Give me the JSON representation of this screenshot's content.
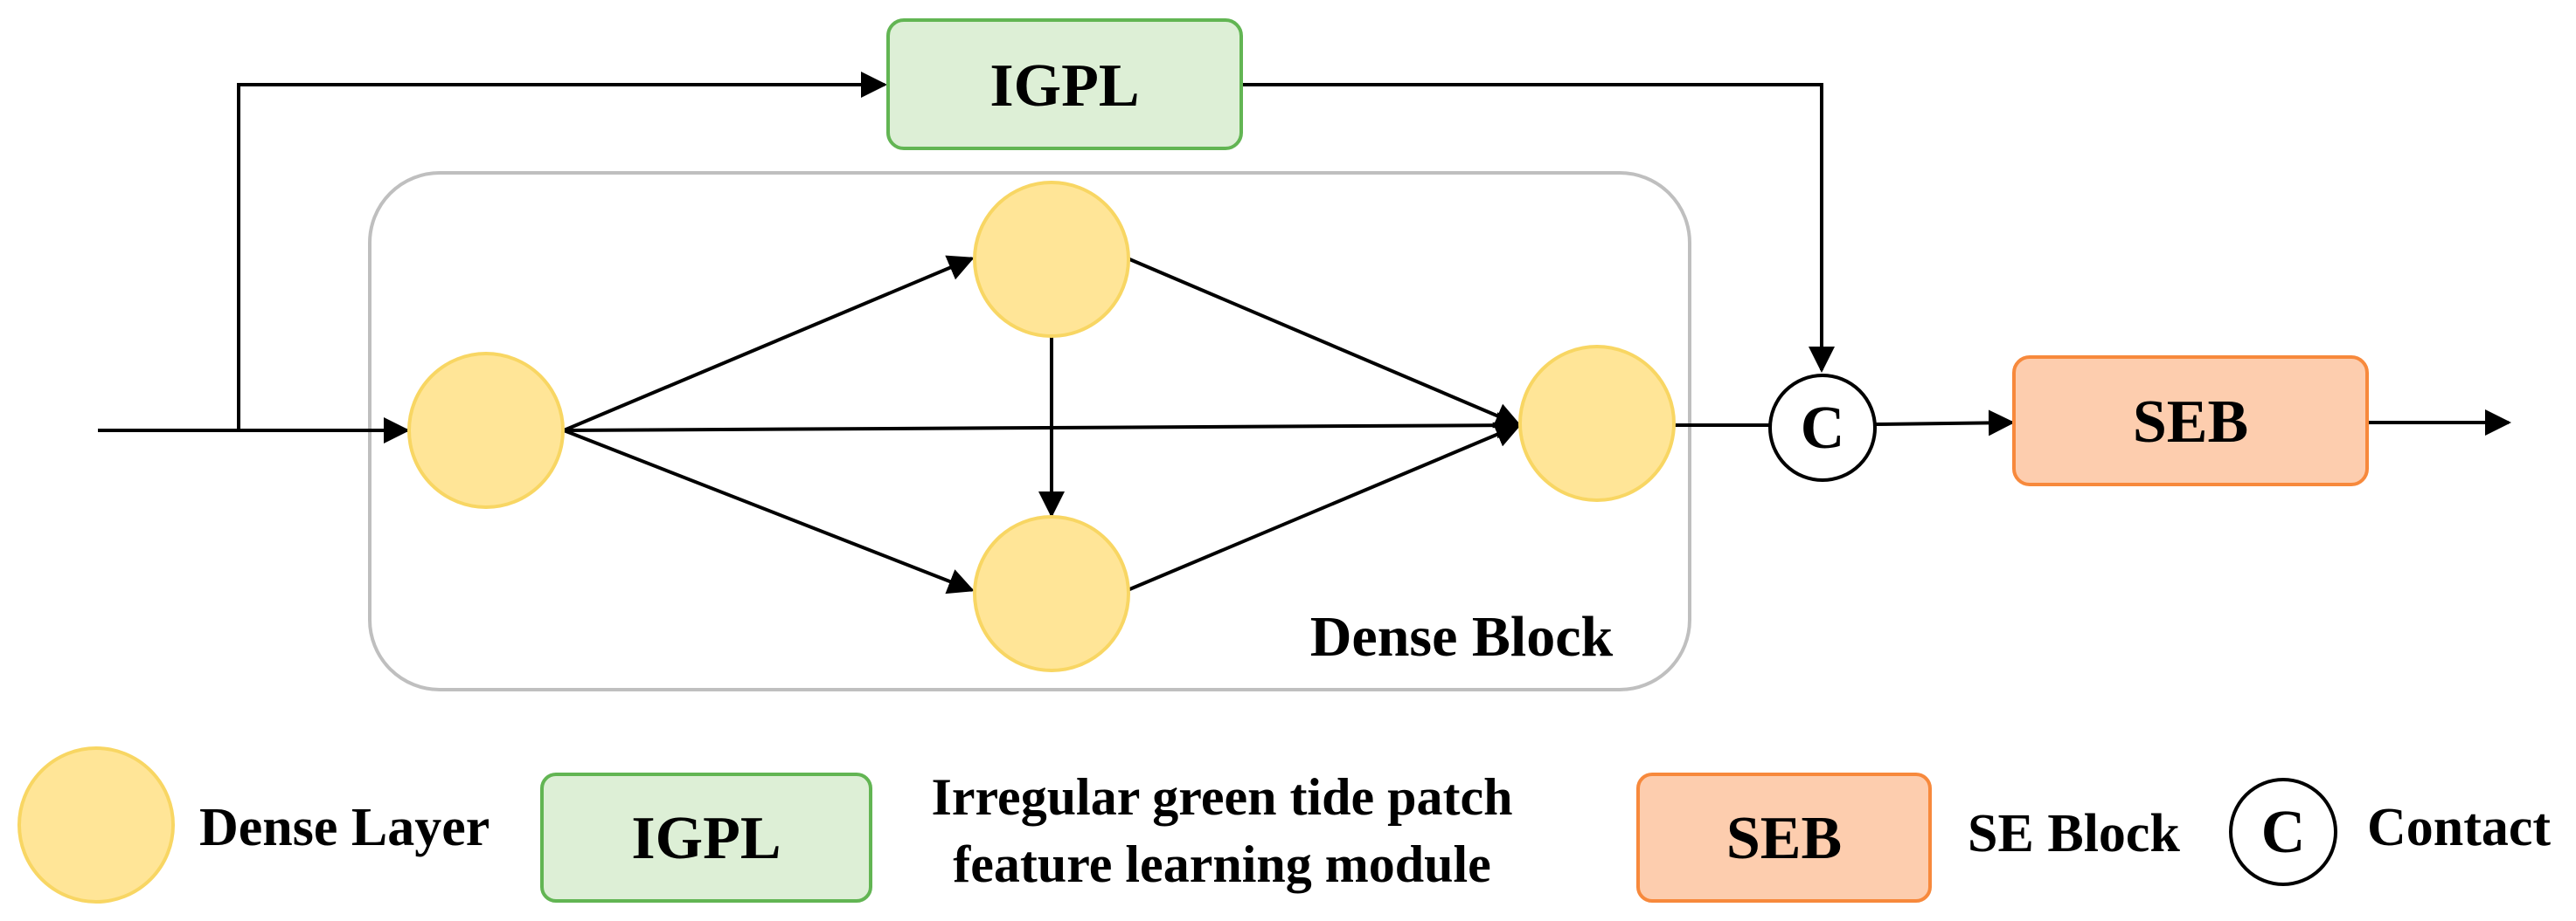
{
  "diagram": {
    "igpl_label": "IGPL",
    "seb_label": "SEB",
    "concat_label": "C",
    "dense_block_label": "Dense Block"
  },
  "legend": {
    "dense_layer_label": "Dense Layer",
    "igpl_box_label": "IGPL",
    "igpl_desc_line1": "Irregular green tide patch",
    "igpl_desc_line2": "feature learning module",
    "seb_box_label": "SEB",
    "seb_desc": "SE Block",
    "concat_symbol": "C",
    "concat_desc": "Contact"
  },
  "colors": {
    "dense_layer_fill": "#FFE597",
    "dense_layer_stroke": "#F8D663",
    "igpl_fill": "#DDEFD6",
    "igpl_stroke": "#62B553",
    "seb_fill": "#FDCDAE",
    "seb_stroke": "#F7893C",
    "dense_block_stroke": "#BFBFBF",
    "line": "#000000"
  }
}
